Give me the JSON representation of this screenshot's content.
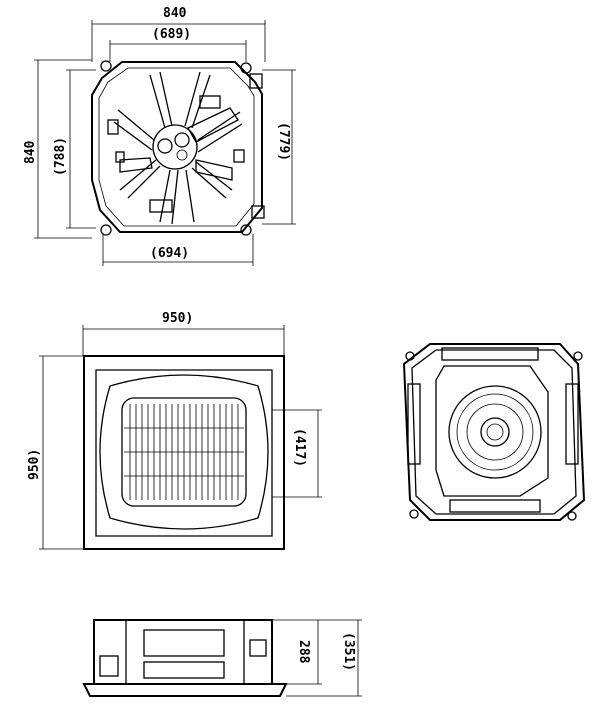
{
  "views": {
    "top_view": {
      "width_label": "840",
      "inner_width_label": "(689)",
      "bottom_width_label": "(694)",
      "height_label": "840",
      "left_inner_height_label": "(788)",
      "right_inner_height_label": "(779)"
    },
    "panel_view": {
      "width_label": "950)",
      "height_label": "950)",
      "grille_label": "(417)"
    },
    "side_view": {
      "body_height_label": "288",
      "total_height_label": "(351)"
    }
  }
}
